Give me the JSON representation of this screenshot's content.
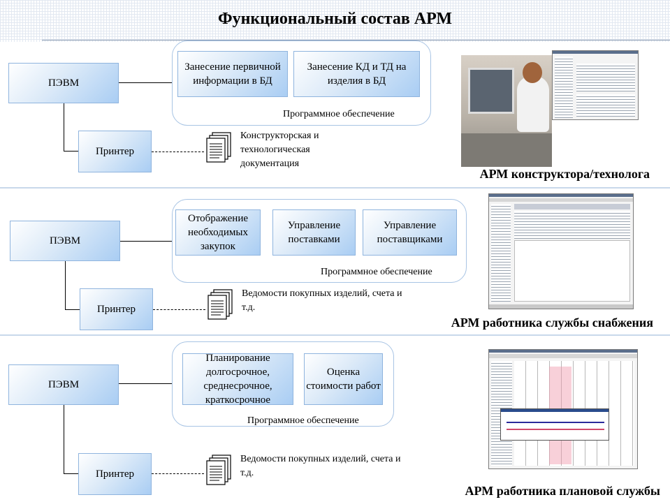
{
  "page": {
    "title": "Функциональный состав АРМ"
  },
  "sections": [
    {
      "pc_label": "ПЭВМ",
      "printer_label": "Принтер",
      "modules": [
        "Занесение первичной информации в БД",
        "Занесение КД и ТД на изделия в БД"
      ],
      "software_label": "Программное обеспечение",
      "doc_label": "Конструкторская и технологическая документация",
      "caption": "АРМ конструктора/технолога"
    },
    {
      "pc_label": "ПЭВМ",
      "printer_label": "Принтер",
      "modules": [
        "Отображение необходимых закупок",
        "Управление поставками",
        "Управление поставщиками"
      ],
      "software_label": "Программное обеспечение",
      "doc_label": "Ведомости покупных изделий, счета и т.д.",
      "caption": "АРМ работника службы снабжения"
    },
    {
      "pc_label": "ПЭВМ",
      "printer_label": "Принтер",
      "modules": [
        "Планирование долгосрочное, среднесрочное, краткосрочное",
        "Оценка стоимости работ"
      ],
      "software_label": "Программное обеспечение",
      "doc_label": "Ведомости покупных изделий, счета и т.д.",
      "caption": "АРМ работника плановой службы"
    }
  ],
  "icons": {
    "document": "document-stack-icon"
  },
  "colors": {
    "box_light": "#dceaf8",
    "box_dark": "#a9cdf3",
    "border": "#8fb4de",
    "separator": "#c8d8ea"
  }
}
